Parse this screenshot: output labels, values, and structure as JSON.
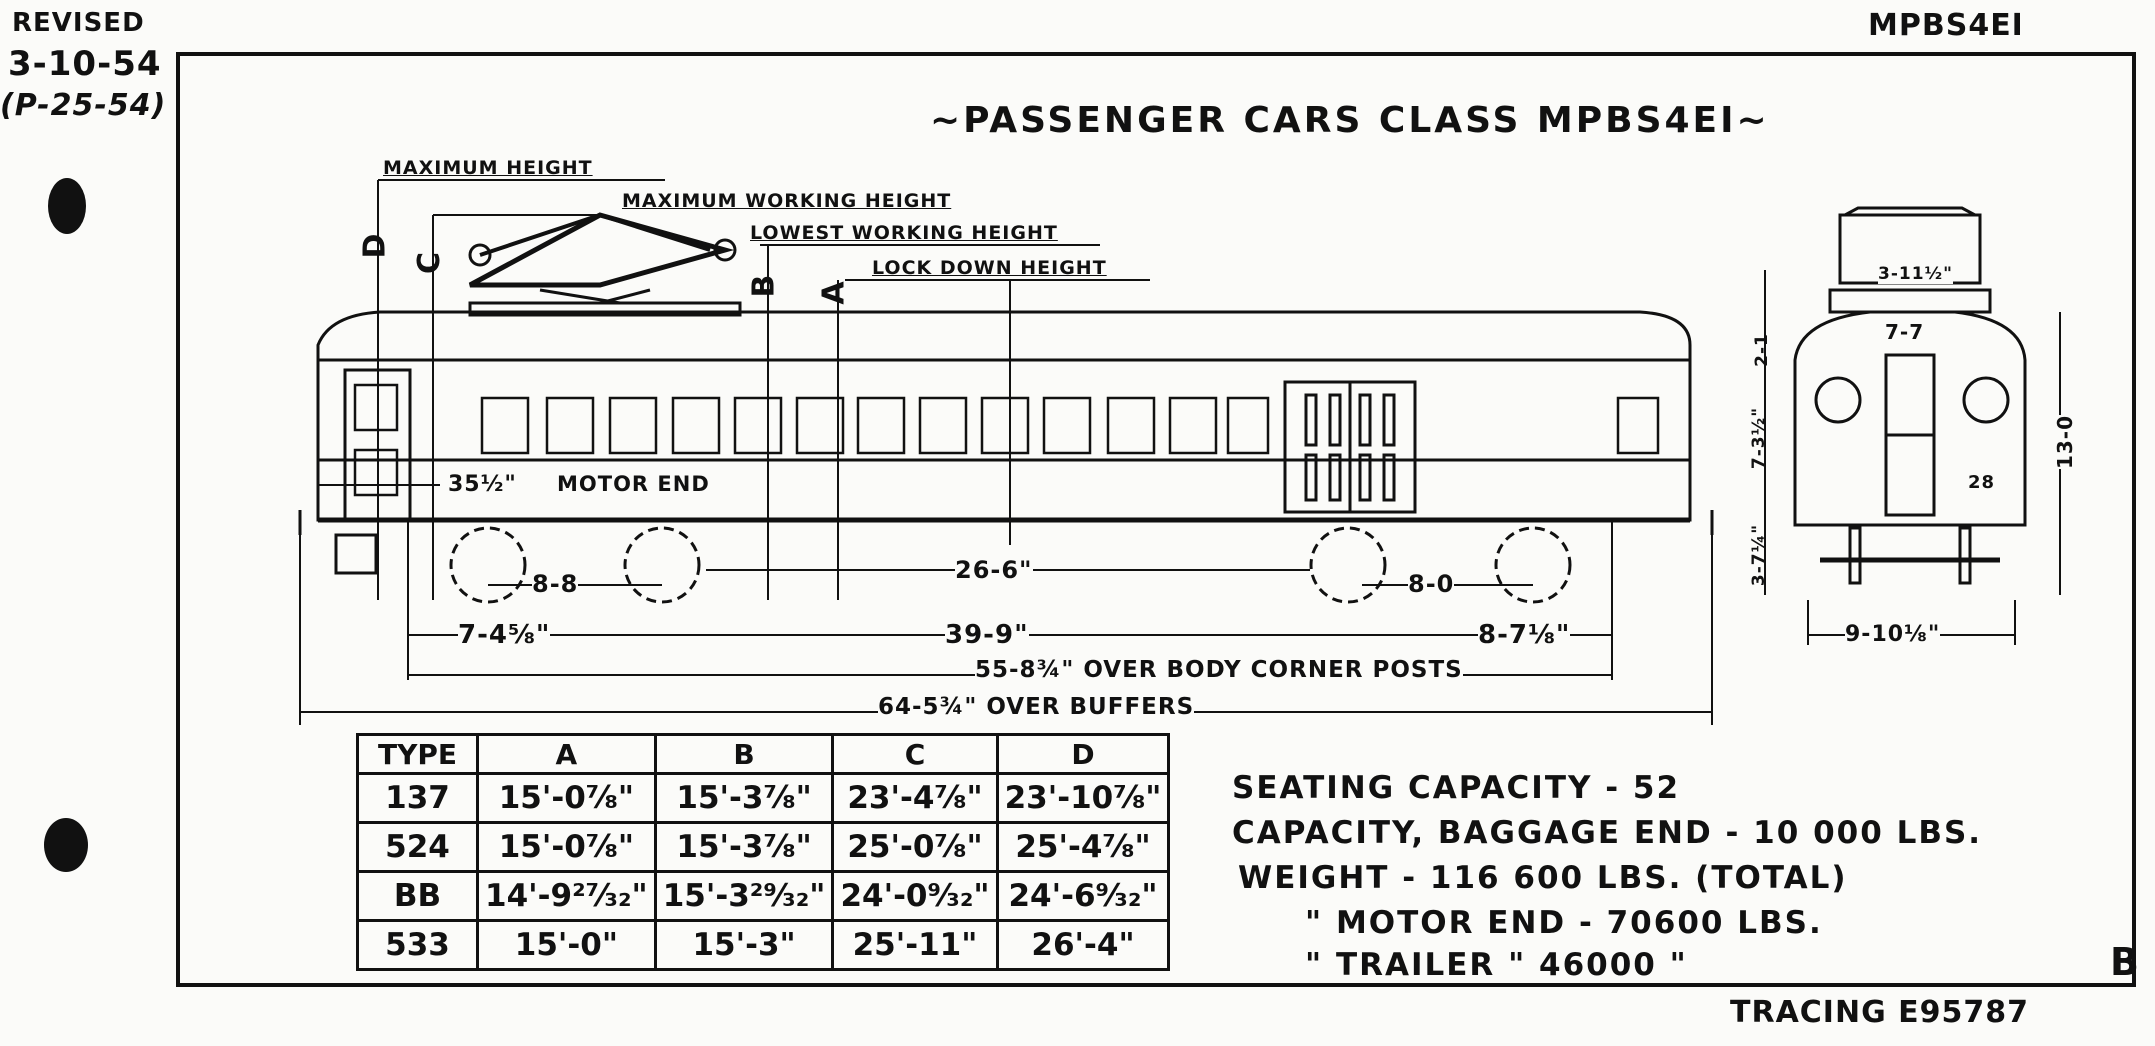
{
  "corner": {
    "revised_label": "REVISED",
    "revised_date": "3-10-54",
    "revised_ref": "(P-25-54)",
    "sheet_code": "MPBS4EI",
    "sheet_letter": "B",
    "tracing": "TRACING E95787"
  },
  "title": "~PASSENGER CARS CLASS MPBS4EI~",
  "height_labels": {
    "maximum_height": "MAXIMUM HEIGHT",
    "maximum_working_height": "MAXIMUM WORKING HEIGHT",
    "lowest_working_height": "LOWEST WORKING HEIGHT",
    "lock_down_height": "LOCK DOWN HEIGHT",
    "letter_d": "D",
    "letter_c": "C",
    "letter_b": "B",
    "letter_a": "A"
  },
  "side_view": {
    "motor_end": "MOTOR END",
    "dim_35": "35½\"",
    "dim_8_8": "8-8",
    "dim_26_6": "26-6\"",
    "dim_8_0": "8-0",
    "dim_7_4": "7-4⅝\"",
    "dim_39_9": "39-9\"",
    "dim_8_7": "8-7⅛\"",
    "dim_55_8": "55-8¾\" OVER BODY CORNER POSTS",
    "dim_64_5": "64-5¾\" OVER BUFFERS"
  },
  "end_view": {
    "dim_3_11": "3-11½\"",
    "dim_7_7": "7-7",
    "dim_2_1": "2-1",
    "dim_7_3": "7-3½\"",
    "dim_3_7": "3-7¼\"",
    "dim_13_0": "13-0",
    "dim_28": "28",
    "dim_9_10": "9-10⅛\""
  },
  "type_table": {
    "headers": [
      "TYPE",
      "A",
      "B",
      "C",
      "D"
    ],
    "rows": [
      [
        "137",
        "15'-0⅞\"",
        "15'-3⅞\"",
        "23'-4⅞\"",
        "23'-10⅞\""
      ],
      [
        "524",
        "15'-0⅞\"",
        "15'-3⅞\"",
        "25'-0⅞\"",
        "25'-4⅞\""
      ],
      [
        "BB",
        "14'-9²⁷⁄₃₂\"",
        "15'-3²⁹⁄₃₂\"",
        "24'-0⁹⁄₃₂\"",
        "24'-6⁹⁄₃₂\""
      ],
      [
        "533",
        "15'-0\"",
        "15'-3\"",
        "25'-11\"",
        "26'-4\""
      ]
    ]
  },
  "capacities": {
    "seating": "SEATING CAPACITY - 52",
    "baggage": "CAPACITY, BAGGAGE END - 10 000 LBS.",
    "weight_total": "WEIGHT - 116 600 LBS. (TOTAL)",
    "motor_end": "\"   MOTOR END - 70600 LBS.",
    "trailer": "\"   TRAILER   \"   46000   \""
  }
}
